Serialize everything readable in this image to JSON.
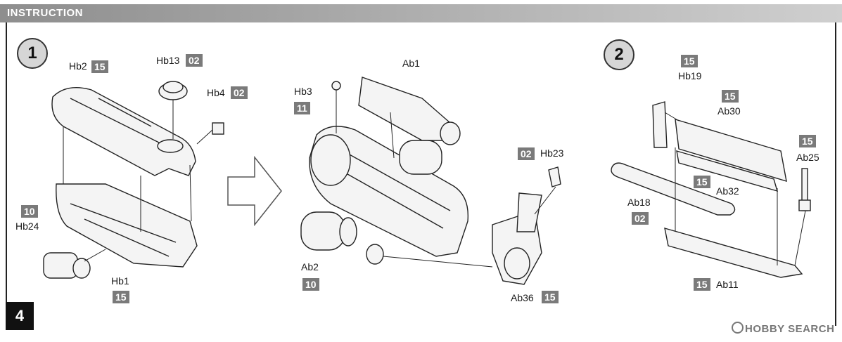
{
  "header": {
    "title": "INSTRUCTION"
  },
  "page": {
    "number": "4"
  },
  "steps": [
    {
      "number": "1"
    },
    {
      "number": "2"
    }
  ],
  "parts": {
    "hb2": {
      "code": "Hb2",
      "sprue": "15"
    },
    "hb13": {
      "code": "Hb13",
      "sprue": "02"
    },
    "hb4": {
      "code": "Hb4",
      "sprue": "02"
    },
    "hb24": {
      "code": "Hb24",
      "sprue": "10"
    },
    "hb1": {
      "code": "Hb1",
      "sprue": "15"
    },
    "hb3": {
      "code": "Hb3",
      "sprue": "11"
    },
    "ab1": {
      "code": "Ab1"
    },
    "hb23": {
      "code": "Hb23",
      "sprue": "02"
    },
    "ab2": {
      "code": "Ab2",
      "sprue": "10"
    },
    "ab36": {
      "code": "Ab36",
      "sprue": "15"
    },
    "hb19": {
      "code": "Hb19",
      "sprue": "15"
    },
    "ab30": {
      "code": "Ab30",
      "sprue": "15"
    },
    "ab25": {
      "code": "Ab25",
      "sprue": "15"
    },
    "ab32": {
      "code": "Ab32",
      "sprue": "15"
    },
    "ab18": {
      "code": "Ab18",
      "sprue": "02"
    },
    "ab11": {
      "code": "Ab11",
      "sprue": "15"
    }
  },
  "watermark": {
    "text": "HOBBY SEARCH"
  }
}
